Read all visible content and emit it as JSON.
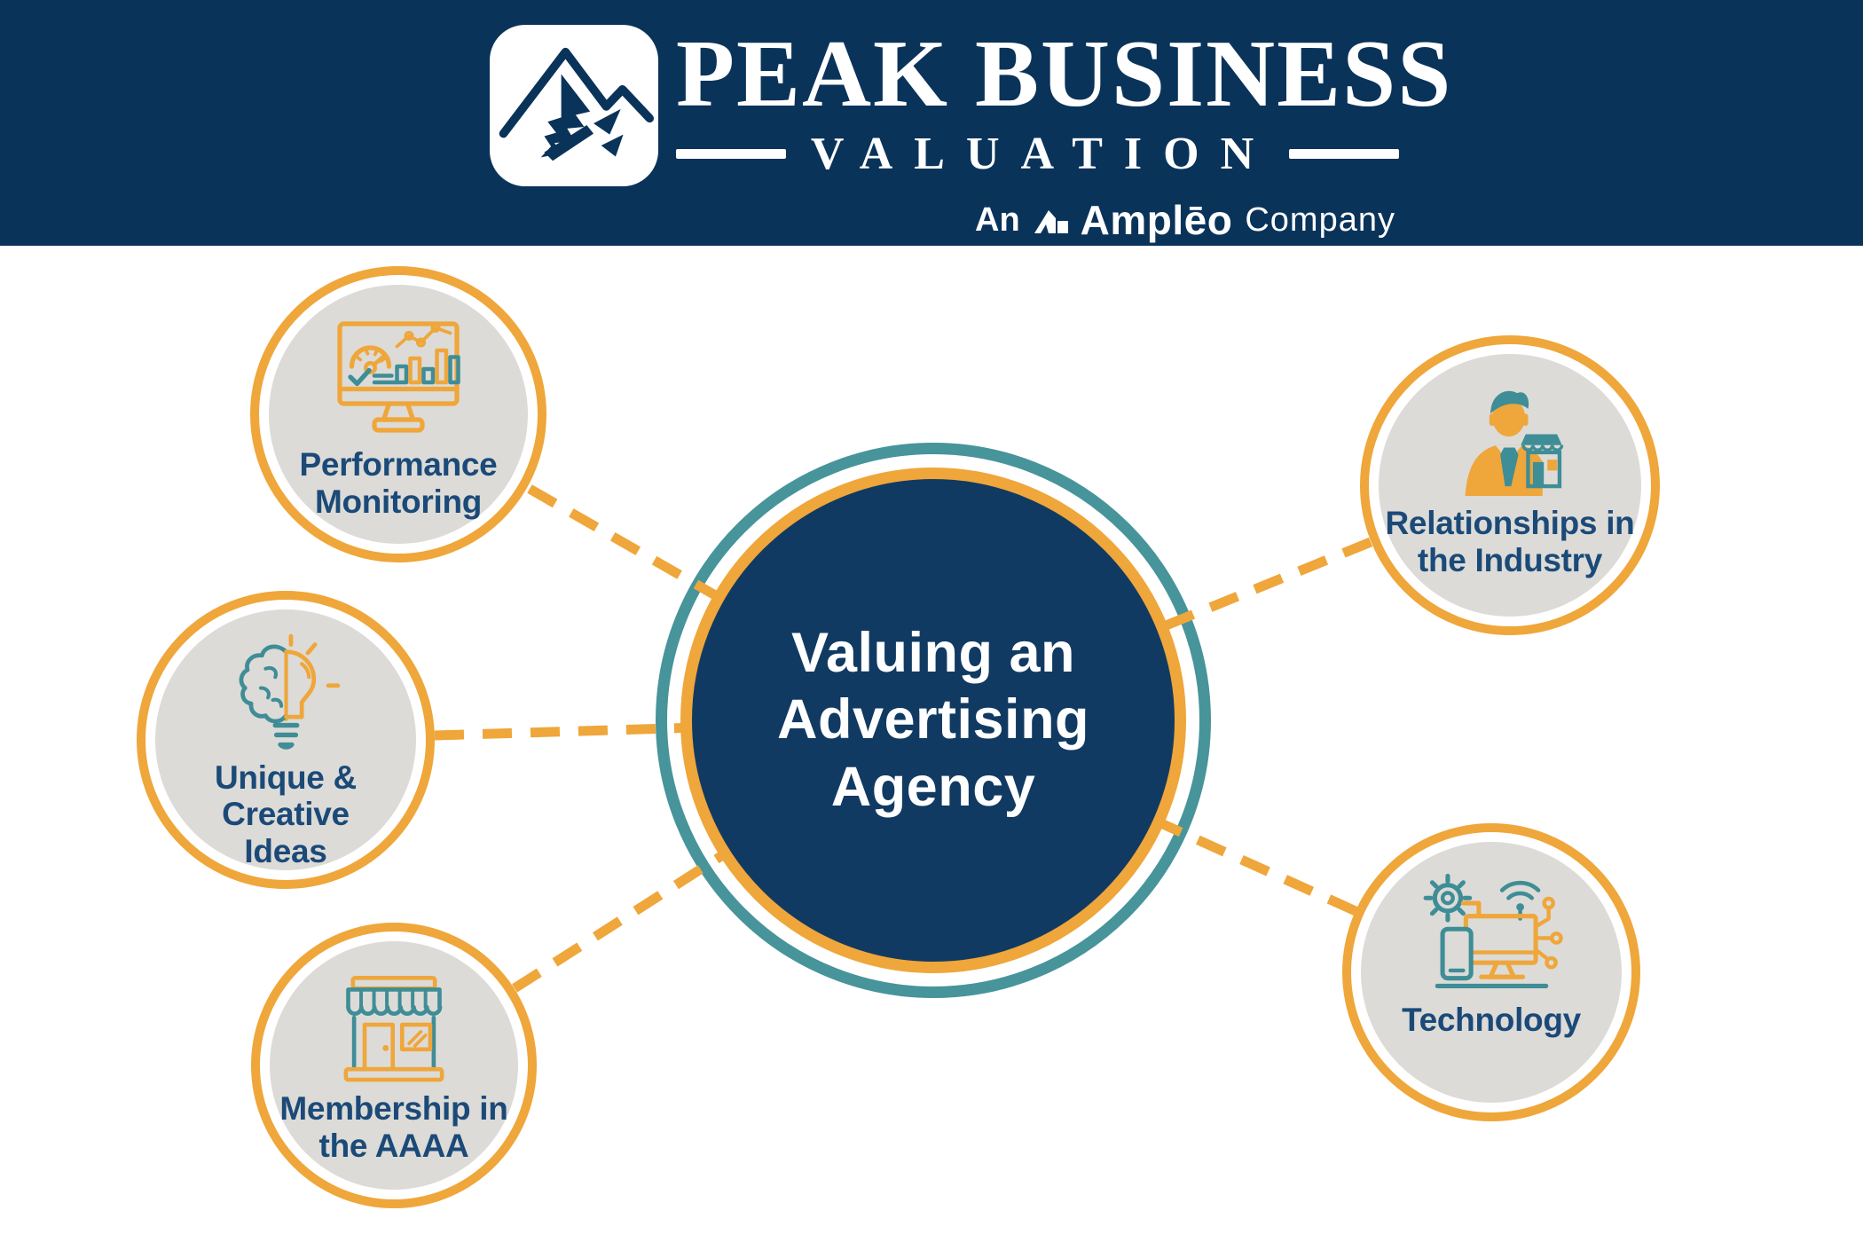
{
  "header": {
    "brand_line1": "PEAK BUSINESS",
    "brand_line2": "VALUATION",
    "tagline_an": "An",
    "tagline_brand": "Amplēo",
    "tagline_company": "Company",
    "logo_icon": "mountain-logo-icon",
    "ampleo_mark_icon": "ampleo-mark-icon"
  },
  "center": {
    "title": "Valuing an\nAdvertising\nAgency"
  },
  "nodes": [
    {
      "id": "performance-monitoring",
      "label": "Performance\nMonitoring",
      "icon": "dashboard-monitor-icon"
    },
    {
      "id": "unique-creative-ideas",
      "label": "Unique &\nCreative\nIdeas",
      "icon": "brain-lightbulb-icon"
    },
    {
      "id": "membership-aaaa",
      "label": "Membership in\nthe AAAA",
      "icon": "storefront-icon"
    },
    {
      "id": "relationships-industry",
      "label": "Relationships in\nthe Industry",
      "icon": "businessman-store-icon"
    },
    {
      "id": "technology",
      "label": "Technology",
      "icon": "technology-devices-icon"
    }
  ],
  "colors": {
    "header_navy": "#0a335a",
    "center_navy": "#113a63",
    "accent_orange": "#efa63a",
    "accent_teal": "#47949b",
    "label_navy": "#1b4a78",
    "node_gray": "#dcdbd7"
  }
}
